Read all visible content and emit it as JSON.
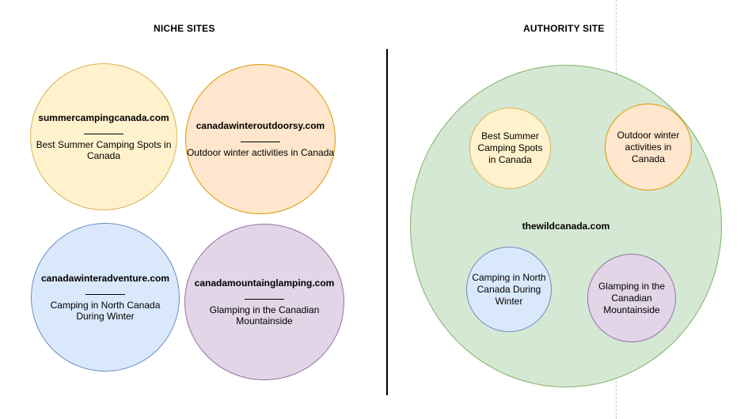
{
  "headings": {
    "niche": "NICHE SITES",
    "authority": "AUTHORITY SITE"
  },
  "niche_sites": [
    {
      "domain": "summercampingcanada.com",
      "topic": "Best Summer Camping Spots in Canada",
      "color": "#fff2cc"
    },
    {
      "domain": "canadawinteroutdoorsy.com",
      "topic": "Outdoor winter activities in Canada",
      "color": "#ffe6cc"
    },
    {
      "domain": "canadawinteradventure.com",
      "topic": "Camping in North Canada During Winter",
      "color": "#dae8fc"
    },
    {
      "domain": "canadamountainglamping.com",
      "topic": "Glamping in the Canadian Mountainside",
      "color": "#e1d5e7"
    }
  ],
  "authority_site": {
    "domain": "thewildcanada.com",
    "color": "#d5e8d4",
    "topics": [
      "Best Summer Camping Spots in Canada",
      "Outdoor winter activities in Canada",
      "Camping in North Canada During Winter",
      "Glamping in the Canadian Mountainside"
    ]
  }
}
